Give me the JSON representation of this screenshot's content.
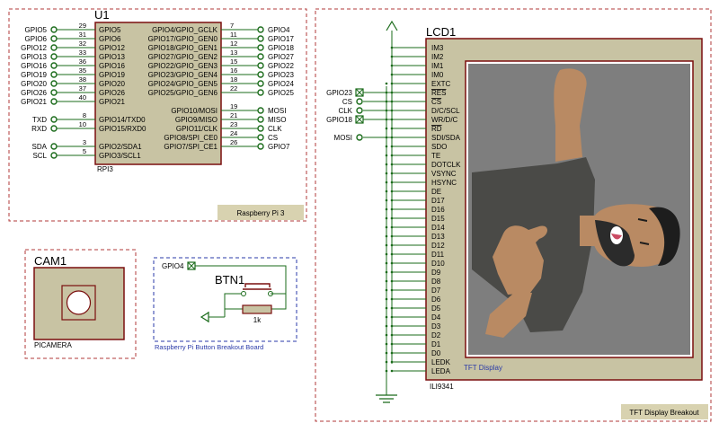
{
  "rpi": {
    "ref": "U1",
    "part": "RPI3",
    "section_label": "Raspberry Pi 3",
    "left_pins": [
      {
        "net": "GPIO5",
        "num": "29",
        "name": "GPIO5"
      },
      {
        "net": "GPIO6",
        "num": "31",
        "name": "GPIO6"
      },
      {
        "net": "GPIO12",
        "num": "32",
        "name": "GPIO12"
      },
      {
        "net": "GPIO13",
        "num": "33",
        "name": "GPIO13"
      },
      {
        "net": "GPIO16",
        "num": "36",
        "name": "GPIO16"
      },
      {
        "net": "GPIO19",
        "num": "35",
        "name": "GPIO19"
      },
      {
        "net": "GPIO20",
        "num": "38",
        "name": "GPIO20"
      },
      {
        "net": "GPIO26",
        "num": "37",
        "name": "GPIO26"
      },
      {
        "net": "GPIO21",
        "num": "40",
        "name": "GPIO21"
      },
      {
        "net": "TXD",
        "num": "8",
        "name": "GPIO14/TXD0"
      },
      {
        "net": "RXD",
        "num": "10",
        "name": "GPIO15/RXD0"
      },
      {
        "net": "SDA",
        "num": "3",
        "name": "GPIO2/SDA1"
      },
      {
        "net": "SCL",
        "num": "5",
        "name": "GPIO3/SCL1"
      }
    ],
    "right_pins": [
      {
        "net": "GPIO4",
        "num": "7",
        "name": "GPIO4/GPIO_GCLK"
      },
      {
        "net": "GPIO17",
        "num": "11",
        "name": "GPIO17/GPIO_GEN0"
      },
      {
        "net": "GPIO18",
        "num": "12",
        "name": "GPIO18/GPIO_GEN1"
      },
      {
        "net": "GPIO27",
        "num": "13",
        "name": "GPIO27/GPIO_GEN2"
      },
      {
        "net": "GPIO22",
        "num": "15",
        "name": "GPIO22/GPIO_GEN3"
      },
      {
        "net": "GPIO23",
        "num": "16",
        "name": "GPIO23/GPIO_GEN4"
      },
      {
        "net": "GPIO24",
        "num": "18",
        "name": "GPIO24/GPIO_GEN5"
      },
      {
        "net": "GPIO25",
        "num": "22",
        "name": "GPIO25/GPIO_GEN6"
      },
      {
        "net": "MOSI",
        "num": "19",
        "name": "GPIO10/MOSI"
      },
      {
        "net": "MISO",
        "num": "21",
        "name": "GPIO9/MISO"
      },
      {
        "net": "CLK",
        "num": "23",
        "name": "GPIO11/CLK"
      },
      {
        "net": "CS",
        "num": "24",
        "name": "GPIO8/SPI_CE0"
      },
      {
        "net": "GPIO7",
        "num": "26",
        "name": "GPIO7/SPI_CE1"
      }
    ]
  },
  "cam": {
    "ref": "CAM1",
    "part": "PICAMERA"
  },
  "button": {
    "net": "GPIO4",
    "ref": "BTN1",
    "resistor": "1k",
    "section_label": "Raspberry Pi Button Breakout Board"
  },
  "lcd": {
    "ref": "LCD1",
    "part": "ILI9341",
    "screen_caption": "TFT Display",
    "section_label": "TFT Display Breakout",
    "nets": [
      {
        "net": "GPIO23",
        "pin": "RES"
      },
      {
        "net": "CS",
        "pin": "CS"
      },
      {
        "net": "CLK",
        "pin": "D/C/SCL"
      },
      {
        "net": "GPIO18",
        "pin": "WR/D/C"
      },
      {
        "net": "MOSI",
        "pin": "SDI/SDA"
      }
    ],
    "pins": [
      "IM3",
      "IM2",
      "IM1",
      "IM0",
      "EXTC",
      "RES",
      "CS",
      "D/C/SCL",
      "WR/D/C",
      "RD",
      "SDI/SDA",
      "SDO",
      "TE",
      "DOTCLK",
      "VSYNC",
      "HSYNC",
      "DE",
      "D17",
      "D16",
      "D15",
      "D14",
      "D13",
      "D12",
      "D11",
      "D10",
      "D9",
      "D8",
      "D7",
      "D6",
      "D5",
      "D4",
      "D3",
      "D2",
      "D1",
      "D0",
      "LEDK",
      "LEDA"
    ]
  }
}
